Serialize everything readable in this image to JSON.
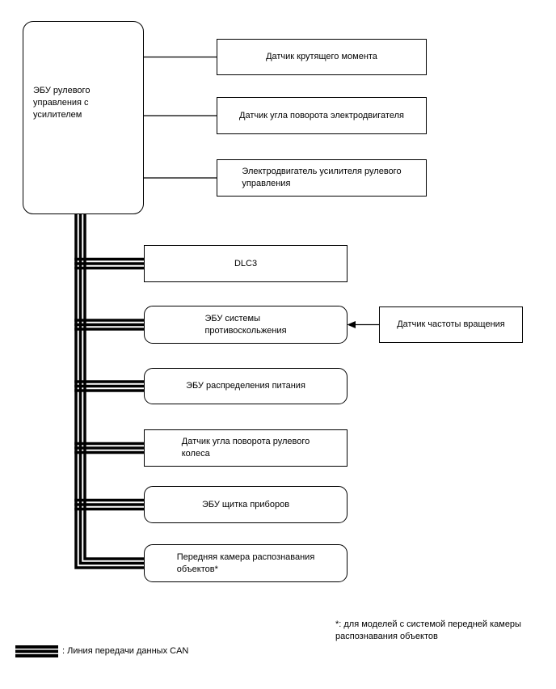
{
  "diagram": {
    "title_hint": "CAN system layout diagram (power steering)",
    "main_ecu": {
      "label": "ЭБУ рулевого\nуправления с\nусилителем"
    },
    "direct_components": [
      {
        "label": "Датчик крутящего момента"
      },
      {
        "label": "Датчик угла поворота электродвигателя"
      },
      {
        "label": "Электродвигатель усилителя рулевого\nуправления"
      }
    ],
    "can_nodes": [
      {
        "label": "DLC3"
      },
      {
        "label": "ЭБУ системы\nпротивоскольжения"
      },
      {
        "label": "ЭБУ распределения питания"
      },
      {
        "label": "Датчик угла поворота рулевого\nколеса"
      },
      {
        "label": "ЭБУ щитка приборов"
      },
      {
        "label": "Передняя камера распознавания\nобъектов*"
      }
    ],
    "wheel_speed_sensor": {
      "label": "Датчик частоты вращения"
    },
    "footnote": {
      "text": "*: для моделей с системой передней камеры\nраспознавания объектов"
    },
    "legend": {
      "label": ": Линия передачи данных CAN",
      "symbol": "can-bus-triple-line"
    },
    "colors": {
      "line": "#000000",
      "box_border": "#000000",
      "background": "#ffffff"
    }
  }
}
